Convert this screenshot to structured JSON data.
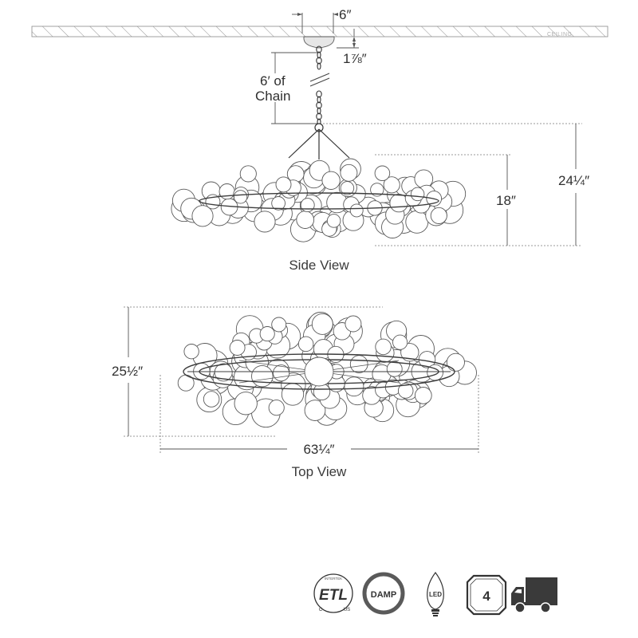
{
  "ceiling": {
    "label": "CEILING"
  },
  "dimensions": {
    "canopy_width": "6″",
    "canopy_height": "1⅞″",
    "chain_line1": "6′ of",
    "chain_line2": "Chain",
    "fixture_height": "18″",
    "overall_height": "24¼″",
    "depth": "25½″",
    "width": "63¼″"
  },
  "views": {
    "side": "Side View",
    "top": "Top View"
  },
  "badges": {
    "etl": "ETL",
    "etl_c": "C",
    "etl_us": "US",
    "etl_arc": "INTERTEK",
    "damp": "DAMP",
    "led": "LED",
    "bulbs": "4"
  },
  "colors": {
    "line": "#555555",
    "globe_stroke": "#5a5a5a",
    "badge_dark": "#333333"
  }
}
